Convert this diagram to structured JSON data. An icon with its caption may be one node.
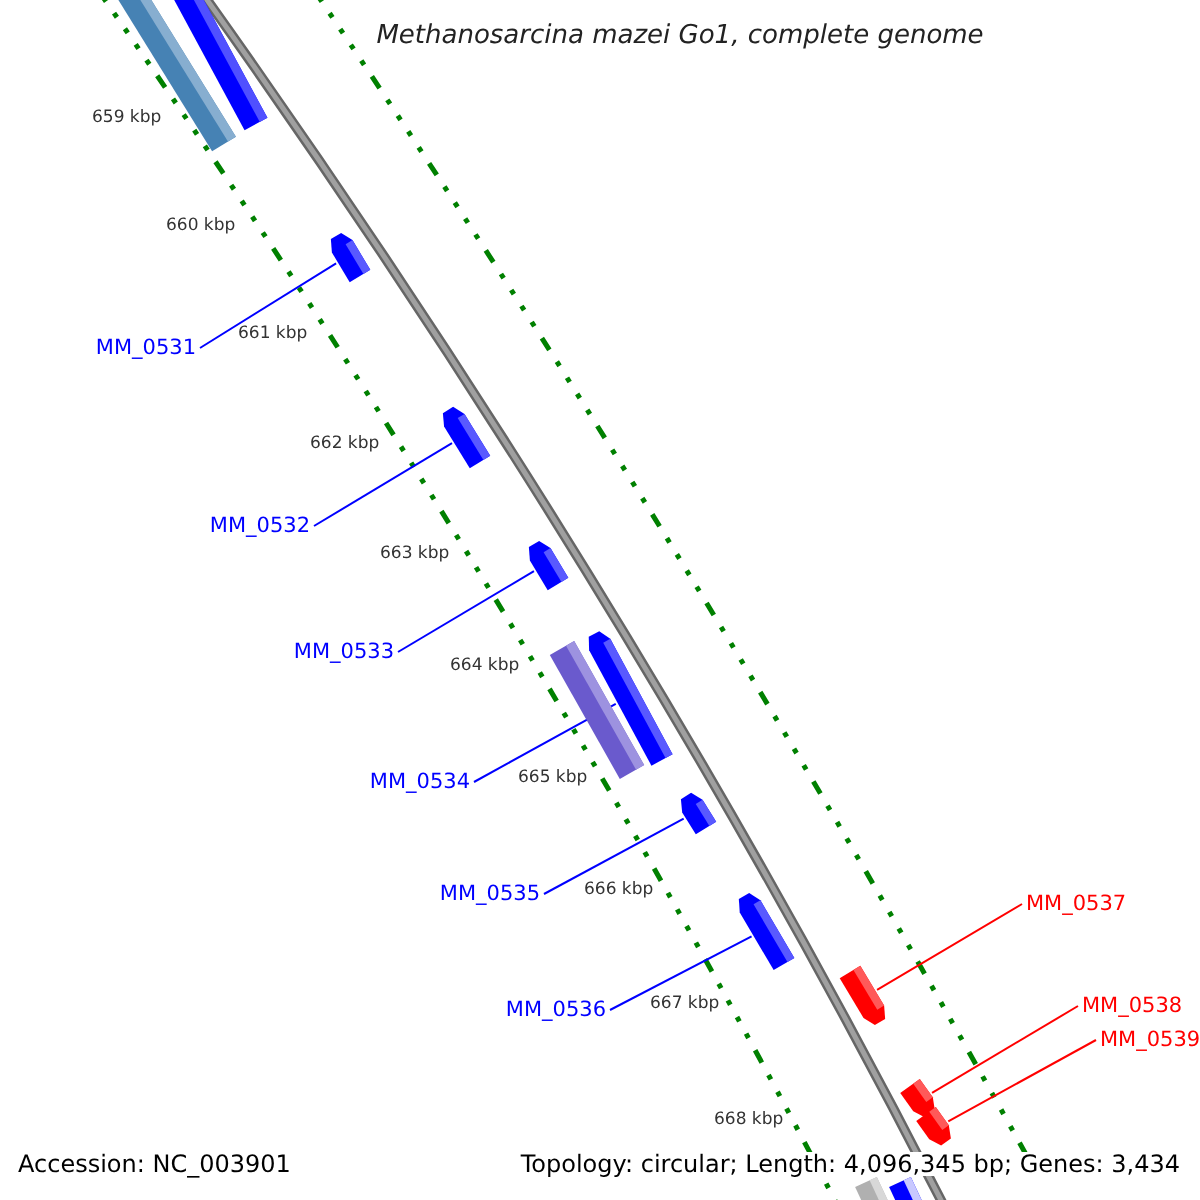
{
  "diagram": {
    "title": "Methanosarcina mazei Go1, complete genome",
    "nodes": [
      {
        "text": [
          "MM_0531"
        ]
      },
      {
        "text": [
          "MM_0532"
        ]
      },
      {
        "text": [
          "MM_0533"
        ]
      },
      {
        "text": [
          "MM_0534"
        ]
      },
      {
        "text": [
          "MM_0535"
        ]
      },
      {
        "text": [
          "MM_0536"
        ]
      },
      {
        "text": [
          "MM_0537"
        ]
      },
      {
        "text": [
          "MM_0538"
        ]
      },
      {
        "text": [
          "MM_0539"
        ]
      },
      {
        "text": [],
        "shape": "arrow"
      },
      {
        "text": [],
        "shape": "arrow"
      },
      {
        "text": [],
        "shape": "arrow"
      },
      {
        "text": [],
        "shape": "arrow"
      },
      {
        "text": [],
        "shape": "arrow"
      },
      {
        "text": [],
        "shape": "arrow"
      },
      {
        "text": [],
        "shape": "arrow"
      },
      {
        "text": [],
        "shape": "arrow"
      },
      {
        "text": [],
        "shape": "arrow"
      },
      {
        "text": [],
        "shape": "bar"
      },
      {
        "text": [],
        "shape": "bar"
      },
      {
        "text": [],
        "shape": "bar"
      },
      {
        "text": [],
        "shape": "bar"
      },
      {
        "text": [],
        "shape": "bar"
      }
    ],
    "edges": [
      {
        "from": 0,
        "to": 9,
        "arrow": "none"
      },
      {
        "from": 1,
        "to": 10,
        "arrow": "none"
      },
      {
        "from": 2,
        "to": 11,
        "arrow": "none"
      },
      {
        "from": 3,
        "to": 12,
        "arrow": "none"
      },
      {
        "from": 4,
        "to": 13,
        "arrow": "none"
      },
      {
        "from": 5,
        "to": 14,
        "arrow": "none"
      },
      {
        "from": 6,
        "to": 15,
        "arrow": "none",
        "color": "#ff0000"
      },
      {
        "from": 7,
        "to": 16,
        "arrow": "none",
        "color": "#ff0000"
      },
      {
        "from": 8,
        "to": 17,
        "arrow": "none",
        "color": "#ff0000"
      }
    ],
    "labels": [
      "659 kbp",
      "660 kbp",
      "661 kbp",
      "662 kbp",
      "663 kbp",
      "664 kbp",
      "665 kbp",
      "666 kbp",
      "667 kbp",
      "668 kbp",
      "Accession: NC_003901",
      "Topology: circular; Length: 4,096,345 bp; Genes: 3,434"
    ]
  }
}
